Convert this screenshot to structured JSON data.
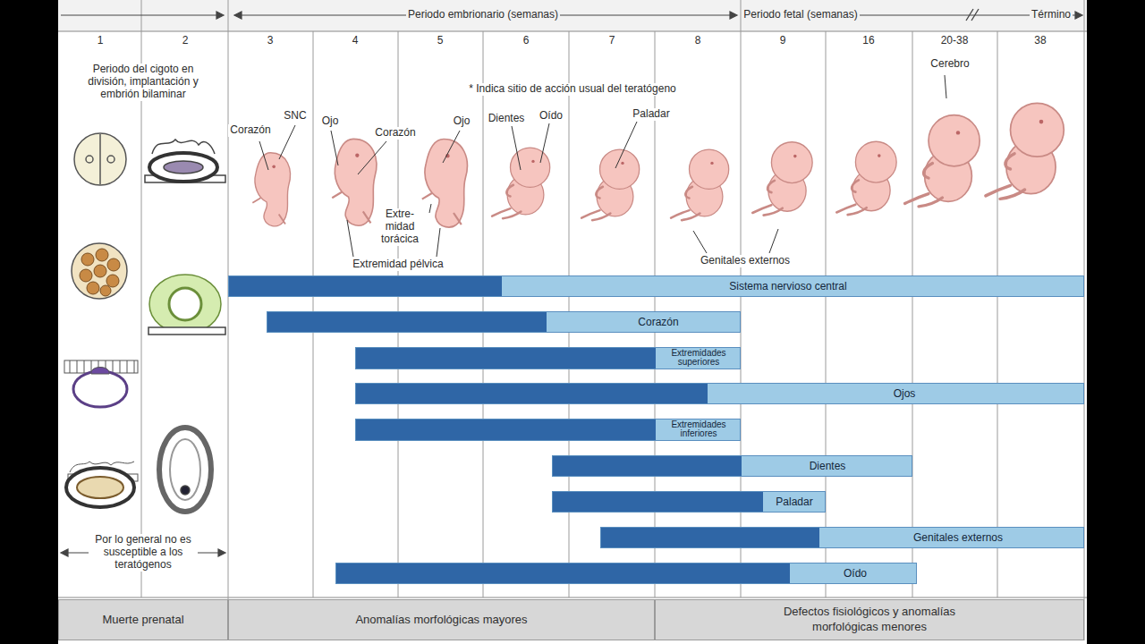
{
  "diagram": {
    "nodes": [
      {
        "text": [
          "Sistema nervioso central"
        ]
      },
      {
        "text": [
          "Corazón"
        ]
      },
      {
        "text": [
          "Extremidades superiores"
        ]
      },
      {
        "text": [
          "Ojos"
        ]
      },
      {
        "text": [
          "Extremidades inferiores"
        ]
      },
      {
        "text": [
          "Dientes"
        ]
      },
      {
        "text": [
          "Paladar"
        ]
      },
      {
        "text": [
          "Genitales externos"
        ]
      },
      {
        "text": [
          "Oído"
        ]
      },
      {
        "text": [
          "Muerte prenatal"
        ]
      },
      {
        "text": [
          "Anomalías morfológicas mayores"
        ]
      },
      {
        "text": [
          "Defectos fisiológicos y anomalías morfológicas menores"
        ]
      }
    ],
    "labels": [
      "Periodo embrionario (semanas)",
      "Periodo fetal (semanas)",
      "Término",
      "1",
      "2",
      "3",
      "4",
      "5",
      "6",
      "7",
      "8",
      "9",
      "16",
      "20-38",
      "38",
      "Periodo del cigoto en división, implantación y embrión bilaminar",
      "* Indica sitio de acción usual del teratógeno",
      "Cerebro",
      "Corazón",
      "SNC",
      "Ojo",
      "Corazón",
      "Ojo",
      "Dientes",
      "Oído",
      "Paladar",
      "Extre- midad torácica",
      "Extremidad pélvica",
      "Genitales externos",
      "Por lo general no es susceptible a los teratógenos"
    ]
  }
}
